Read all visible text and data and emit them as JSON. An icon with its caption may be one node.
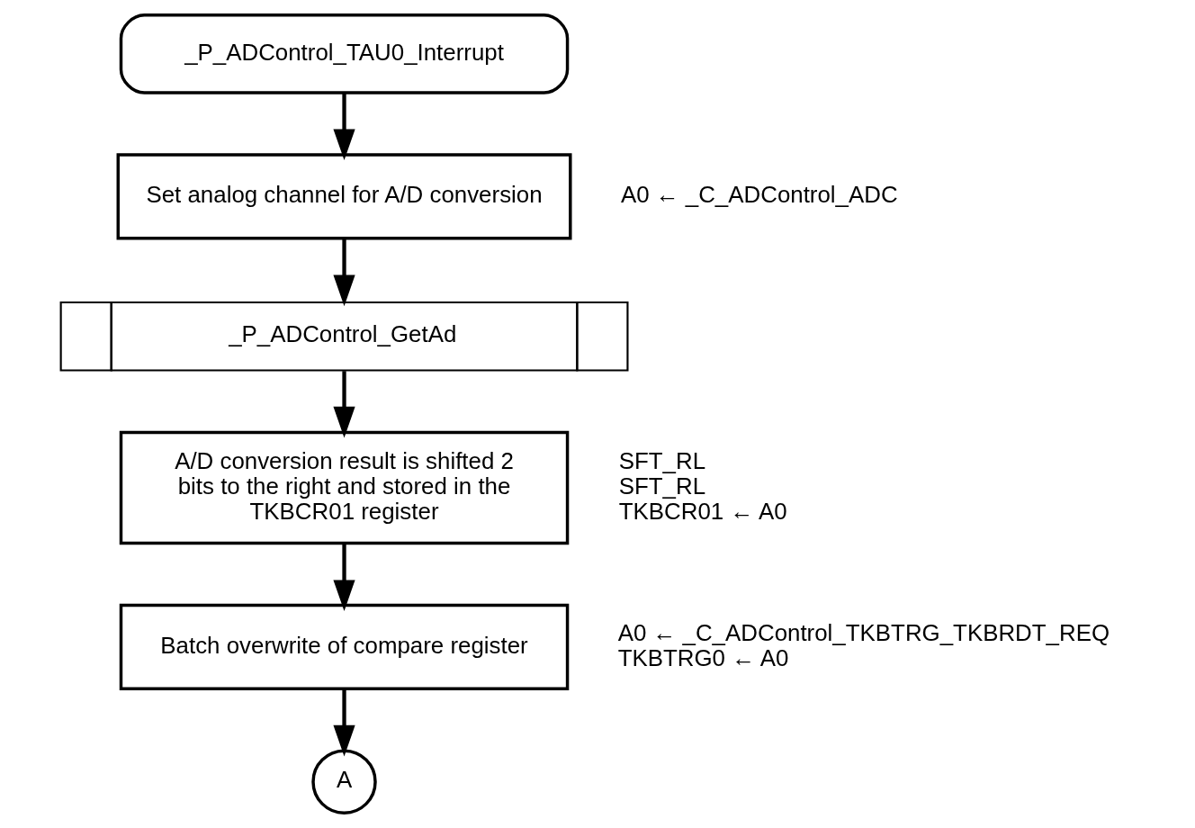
{
  "diagram": {
    "nodes": [
      {
        "text": [
          "_P_ADControl_TAU0_Interrupt"
        ]
      },
      {
        "text": [
          "Set analog channel for A/D conversion"
        ],
        "beside": [
          "A0 ← _C_ADControl_ADC"
        ]
      },
      {
        "text": [
          "_P_ADControl_GetAd"
        ]
      },
      {
        "text": [
          "A/D conversion result is shifted 2 bits to the right and stored in the TKBCR01 register"
        ],
        "beside": [
          "SFT_RL",
          "SFT_RL",
          "TKBCR01 ← A0"
        ]
      },
      {
        "text": [
          "Batch overwrite of compare register"
        ],
        "beside": [
          "A0 ← _C_ADControl_TKBTRG_TKBRDT_REQ",
          "TKBTRG0 ← A0"
        ]
      },
      {
        "text": [
          "A"
        ]
      }
    ],
    "edges": [
      {
        "from": 0,
        "to": 1,
        "arrow": "to"
      },
      {
        "from": 1,
        "to": 2,
        "arrow": "to"
      },
      {
        "from": 2,
        "to": 3,
        "arrow": "to"
      },
      {
        "from": 3,
        "to": 4,
        "arrow": "to"
      },
      {
        "from": 4,
        "to": 5,
        "arrow": "to"
      }
    ]
  }
}
